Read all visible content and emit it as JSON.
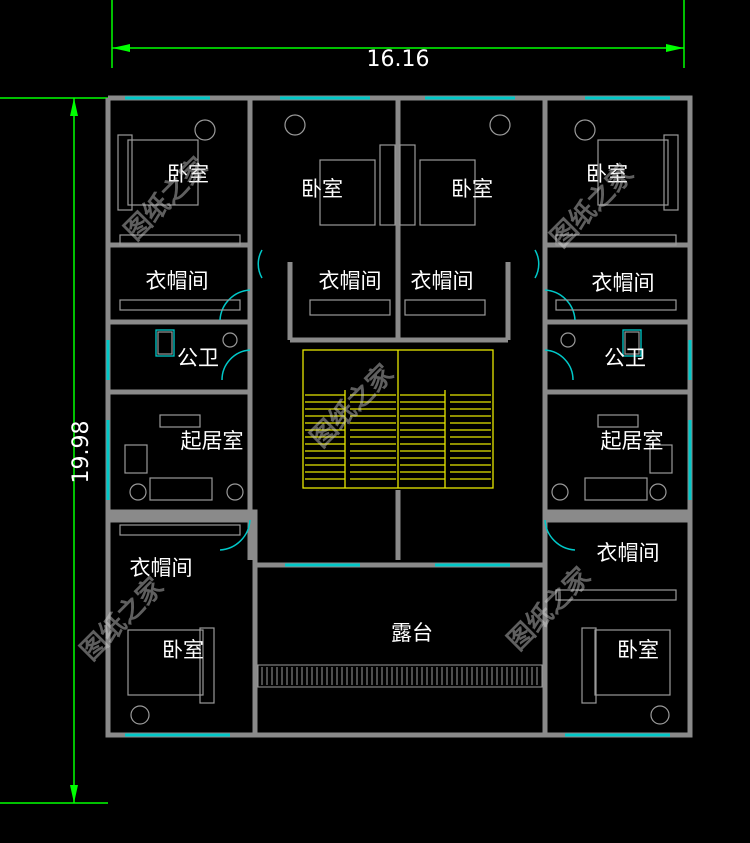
{
  "dimensions": {
    "width": "16.16",
    "height": "19.98"
  },
  "rooms": {
    "bedroom": "卧室",
    "cloakroom": "衣帽间",
    "bathroom": "公卫",
    "living": "起居室",
    "terrace": "露台"
  },
  "watermark": "图纸之家",
  "colors": {
    "background": "#000000",
    "wall": "#8a8a8a",
    "dimension": "#00ff00",
    "window": "#00c8c8",
    "stair": "#e6e600",
    "furniture": "#9a9a9a",
    "text": "#ffffff"
  }
}
